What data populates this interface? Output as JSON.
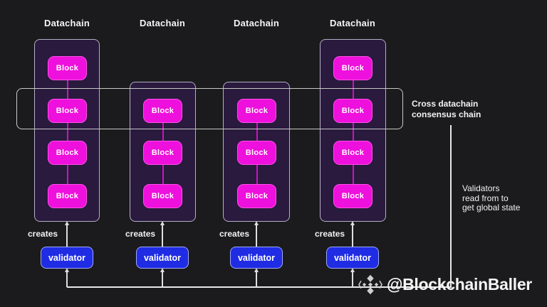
{
  "colors": {
    "background": "#1b1b1d",
    "block_fill": "#ee10dc",
    "block_border": "#ff4fe6",
    "block_connector": "#cf12c0",
    "container_fill": "#291a3e",
    "container_border": "#b5aec6",
    "validator_fill": "#1f2ce4",
    "validator_border": "#9fa9f5",
    "line": "#e9e9e9",
    "text": "#f4f4f4"
  },
  "datachains": [
    {
      "label": "Datachain",
      "blocks": [
        "Block",
        "Block",
        "Block",
        "Block"
      ],
      "creates_label": "creates",
      "validator_label": "validator"
    },
    {
      "label": "Datachain",
      "blocks": [
        "Block",
        "Block",
        "Block"
      ],
      "creates_label": "creates",
      "validator_label": "validator"
    },
    {
      "label": "Datachain",
      "blocks": [
        "Block",
        "Block",
        "Block"
      ],
      "creates_label": "creates",
      "validator_label": "validator"
    },
    {
      "label": "Datachain",
      "blocks": [
        "Block",
        "Block",
        "Block",
        "Block"
      ],
      "creates_label": "creates",
      "validator_label": "validator"
    }
  ],
  "consensus_label": {
    "line1": "Cross datachain",
    "line2": "consensus chain"
  },
  "validators_note": {
    "line1": "Validators",
    "line2": "read from to",
    "line3": "get global state"
  },
  "watermark": {
    "handle": "@BlockchainBaller",
    "icon": "binance-style-diamond-logo"
  }
}
